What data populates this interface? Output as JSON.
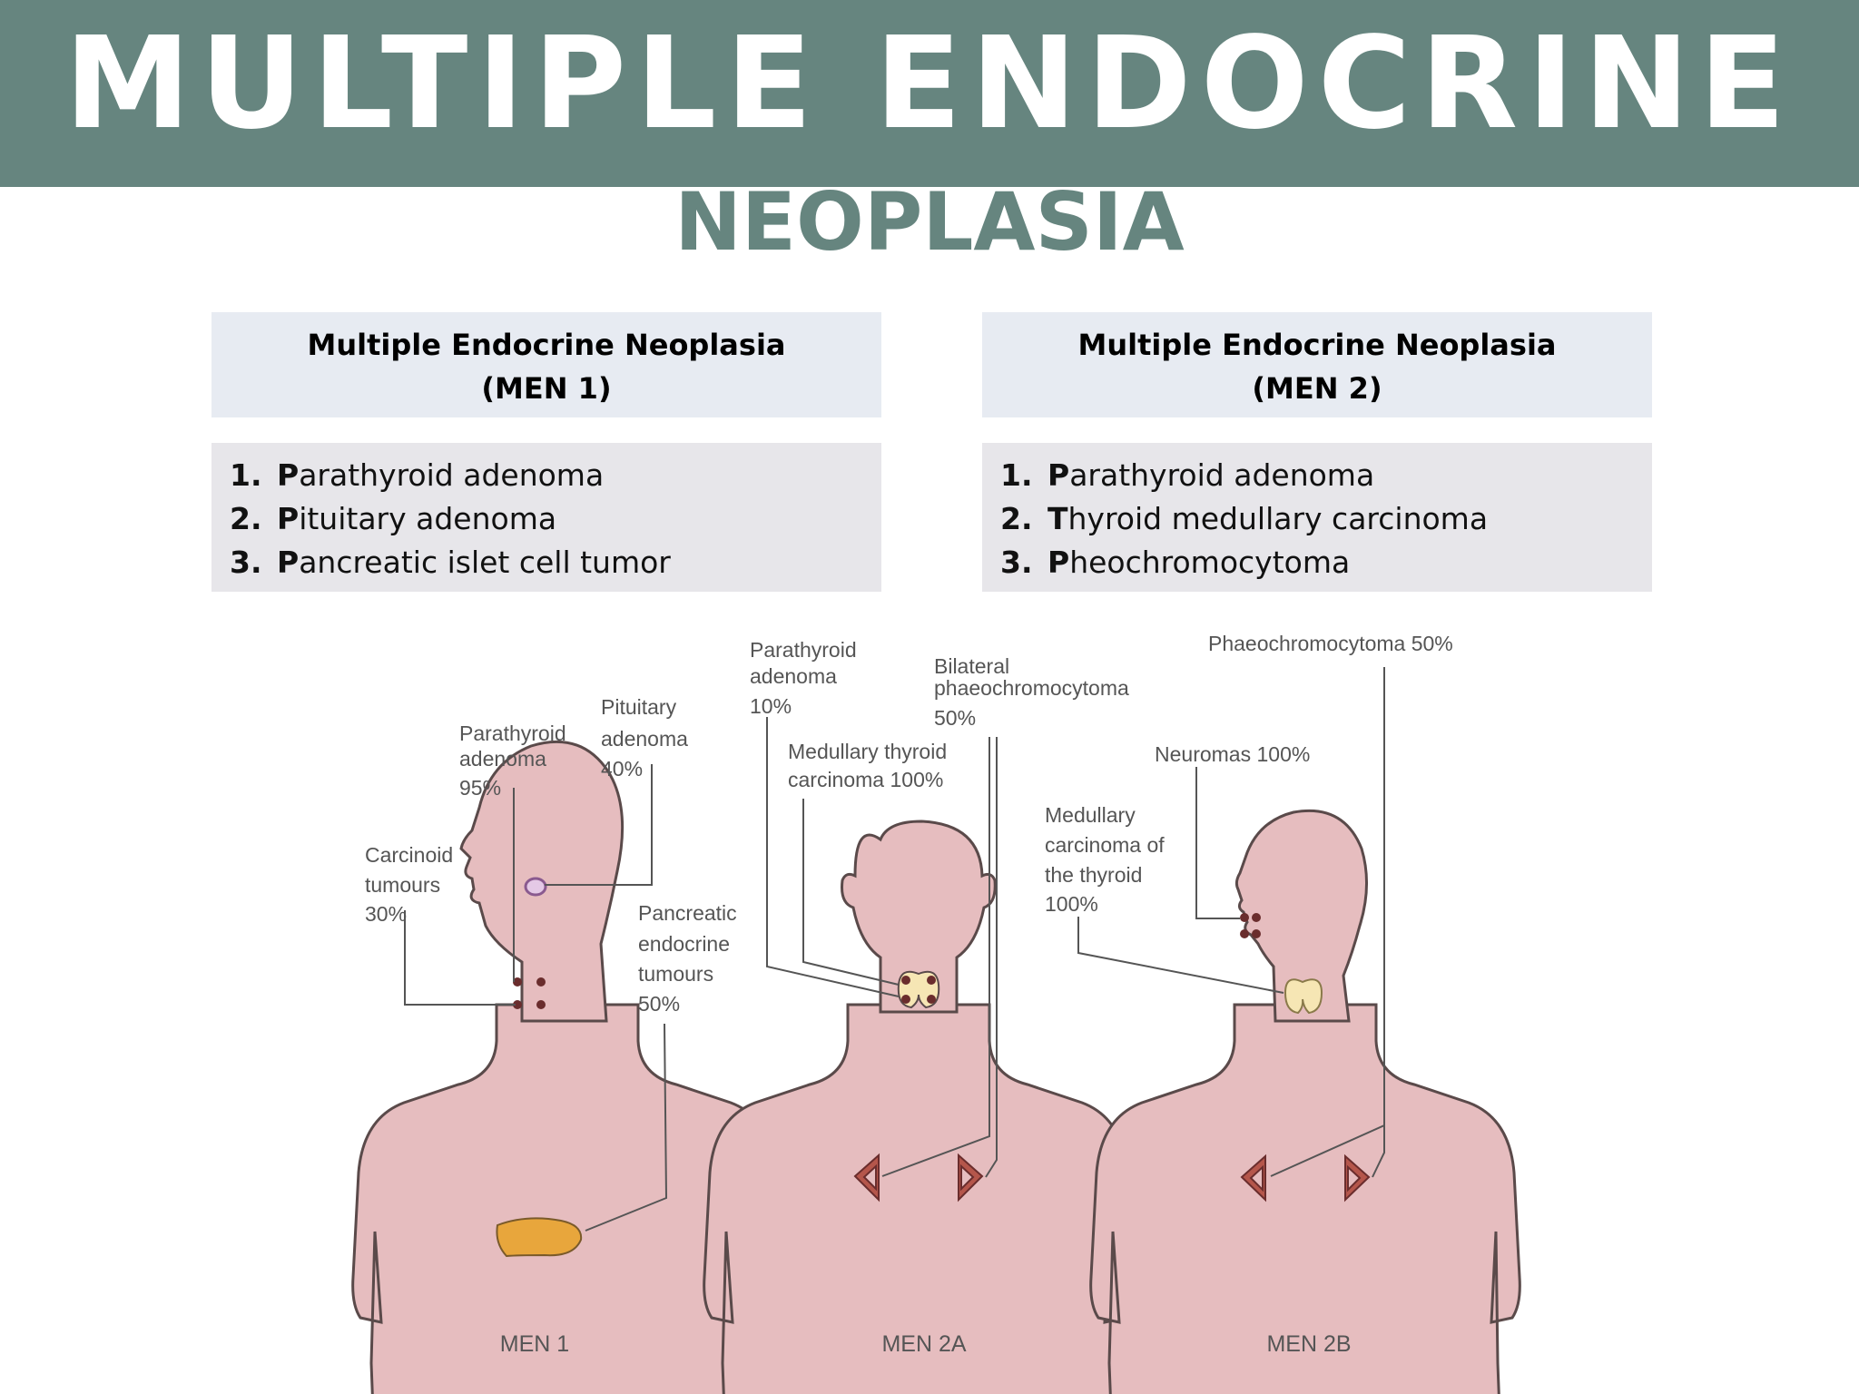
{
  "title": {
    "line1": "MULTIPLE ENDOCRINE",
    "line2": "NEOPLASIA"
  },
  "columns": [
    {
      "header_line1": "Multiple Endocrine Neoplasia",
      "header_line2": "(MEN 1)",
      "items": [
        {
          "num": "1.",
          "initial": "P",
          "rest": "arathyroid adenoma"
        },
        {
          "num": "2.",
          "initial": "P",
          "rest": "ituitary adenoma"
        },
        {
          "num": "3.",
          "initial": "P",
          "rest": "ancreatic islet cell tumor"
        }
      ]
    },
    {
      "header_line1": "Multiple Endocrine Neoplasia",
      "header_line2": "(MEN 2)",
      "items": [
        {
          "num": "1.",
          "initial": "P",
          "rest": "arathyroid adenoma"
        },
        {
          "num": "2.",
          "initial": "T",
          "rest": "hyroid medullary carcinoma"
        },
        {
          "num": "3.",
          "initial": "P",
          "rest": "heochromocytoma"
        }
      ]
    }
  ],
  "figure": {
    "men1": {
      "caption": "MEN 1",
      "parathyroid": [
        "Parathyroid",
        "adenoma",
        "95%"
      ],
      "pituitary": [
        "Pituitary",
        "adenoma",
        "40%"
      ],
      "carcinoid": [
        "Carcinoid",
        "tumours",
        "30%"
      ],
      "pancreatic": [
        "Pancreatic",
        "endocrine",
        "tumours",
        "50%"
      ]
    },
    "men2a": {
      "caption": "MEN 2A",
      "parathyroid": [
        "Parathyroid",
        "adenoma",
        "10%"
      ],
      "bilateral": [
        "Bilateral",
        "phaeochromocytoma",
        "50%"
      ],
      "medullary": [
        "Medullary thyroid",
        "carcinoma 100%"
      ]
    },
    "men2b": {
      "caption": "MEN 2B",
      "phaeo": [
        "Phaeochromocytoma 50%"
      ],
      "neuromas": [
        "Neuromas 100%"
      ],
      "medullary": [
        "Medullary",
        "carcinoma of",
        "the thyroid",
        "100%"
      ]
    }
  },
  "colors": {
    "title_bar": "#66857f",
    "header_bg": "#e7ebf2",
    "list_bg": "#e7e6ea",
    "body_skin": "#e6bdbf",
    "body_outline": "#5a4a4a",
    "pancreas": "#e8a63c",
    "thyroid": "#f6e6b4",
    "adrenal": "#b5564b"
  }
}
